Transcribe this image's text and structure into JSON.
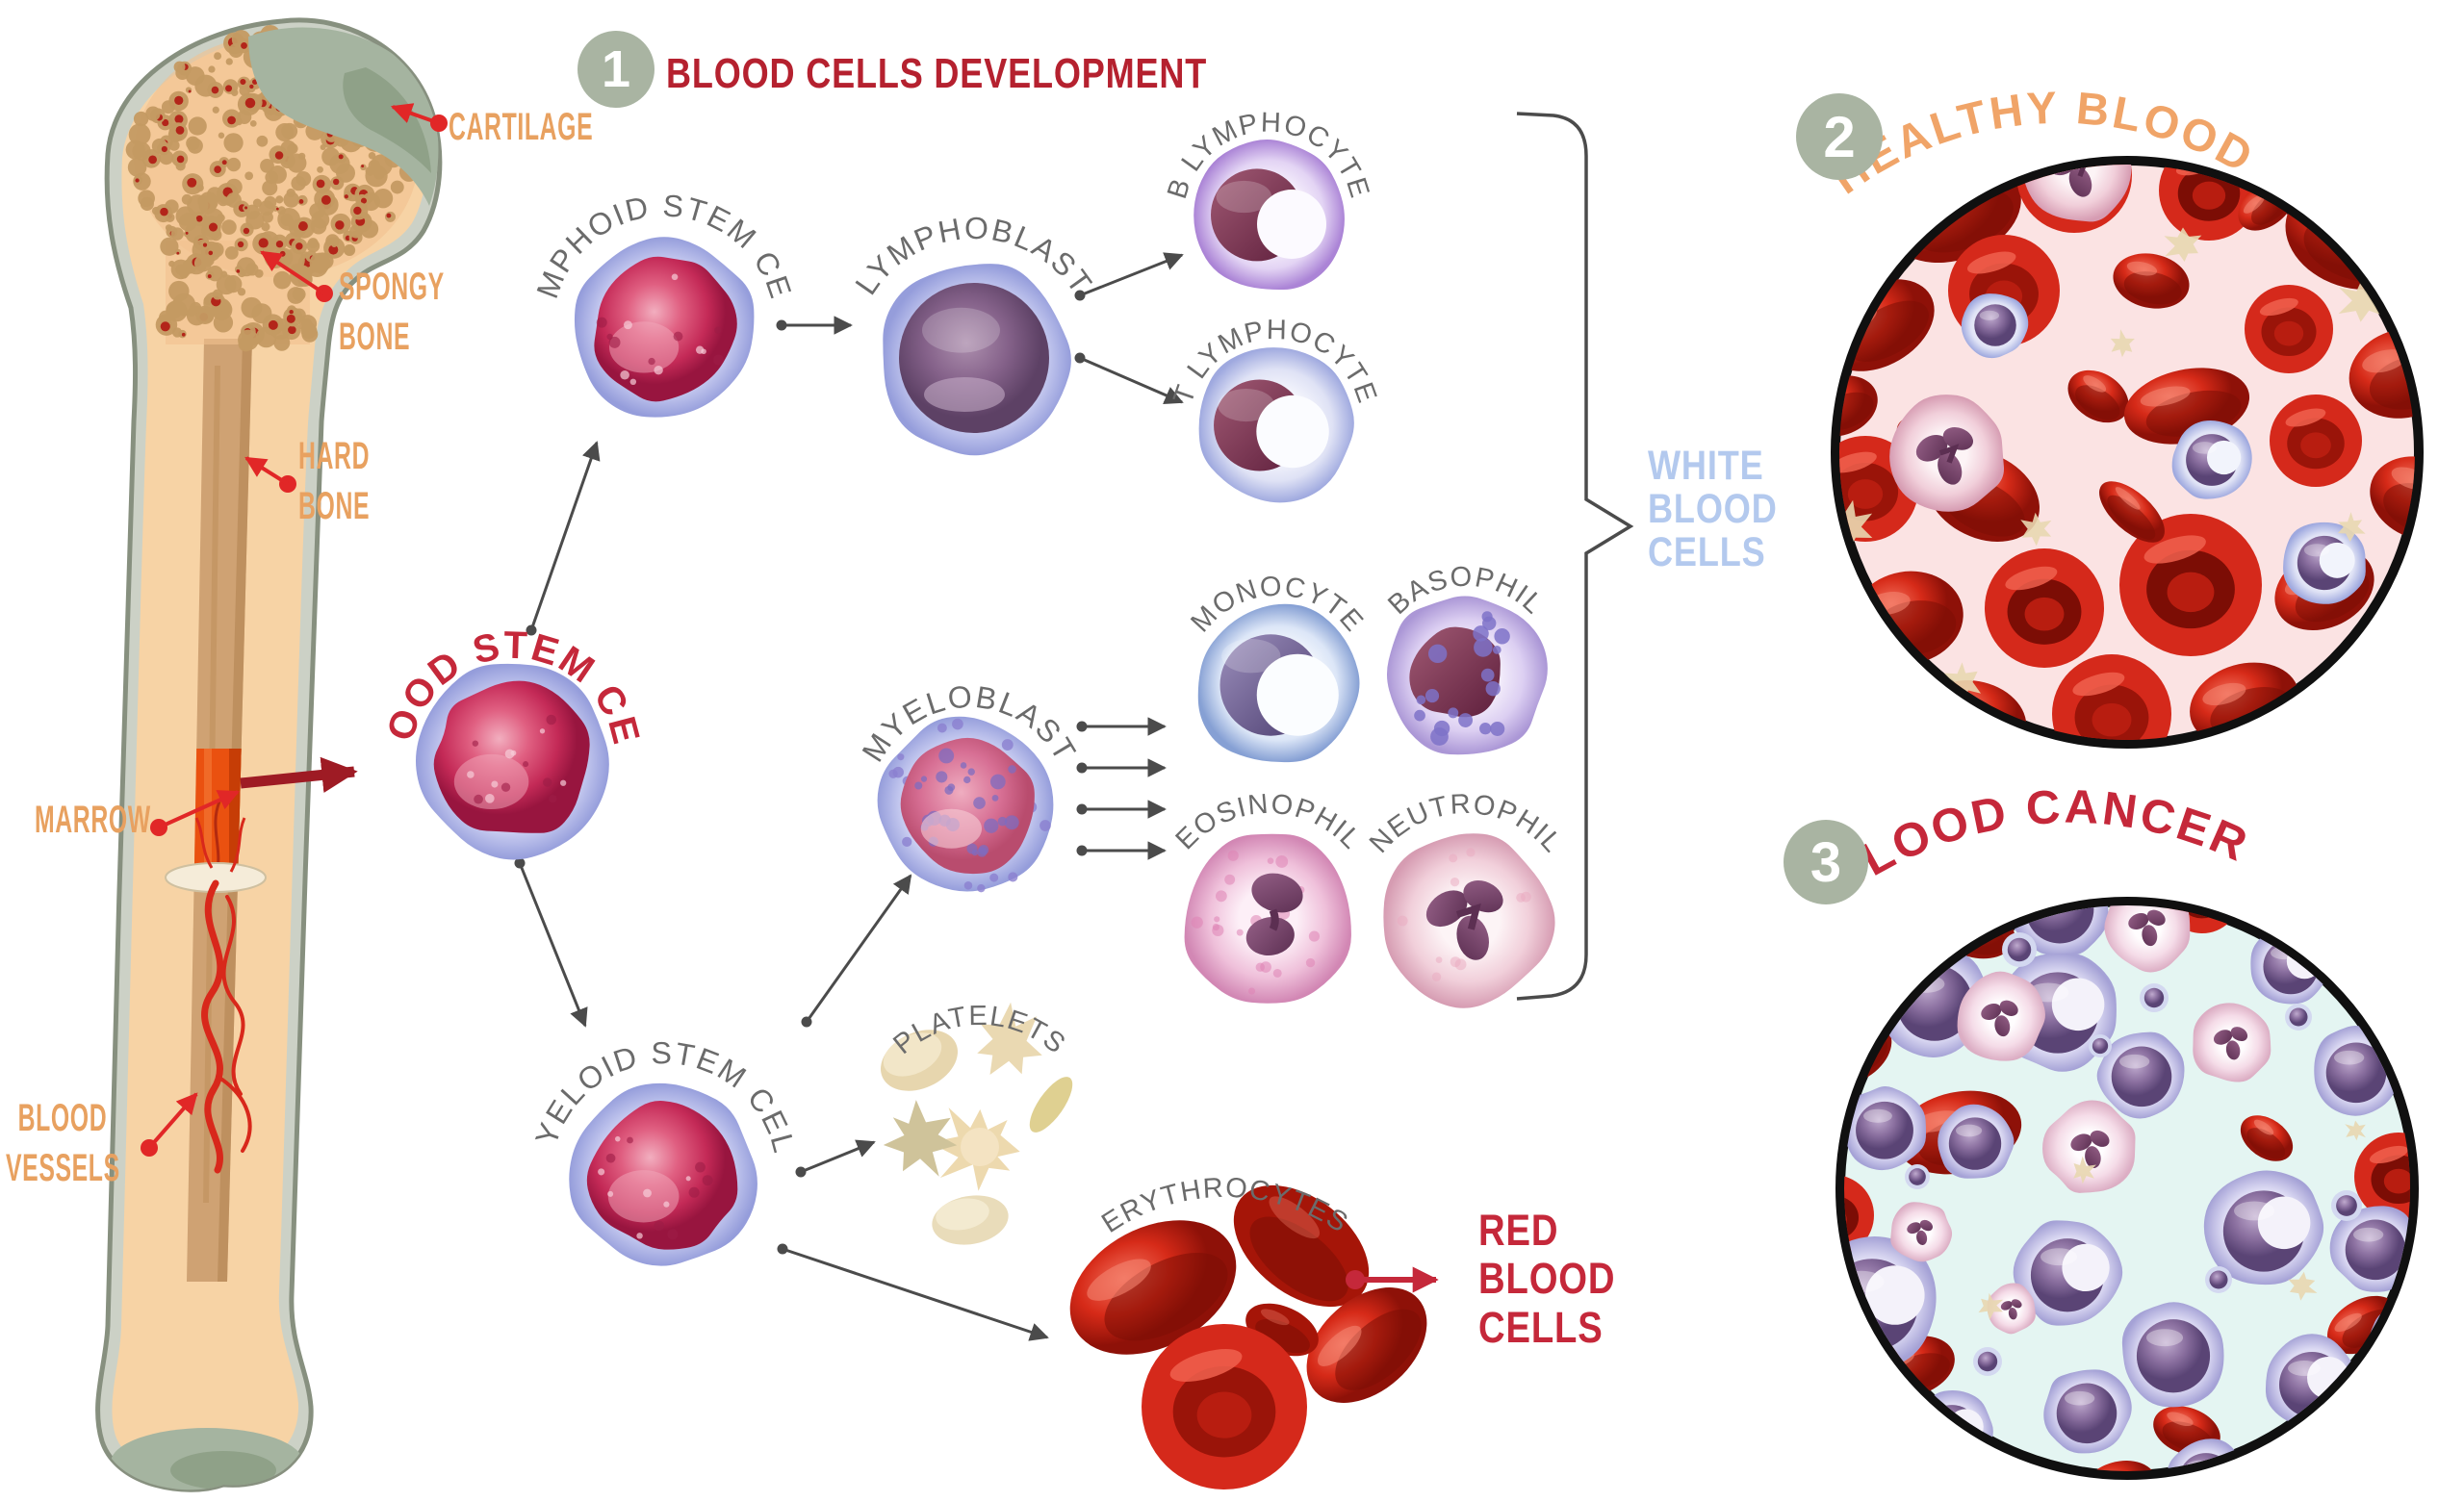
{
  "title": {
    "badge": "1",
    "text": "BLOOD CELLS DEVELOPMENT"
  },
  "bone": {
    "cartilage": "CARTILAGE",
    "spongy_bone": "SPONGY BONE",
    "hard_bone": "HARD BONE",
    "marrow": "MARROW",
    "blood_vessels": "BLOOD VESSELS"
  },
  "flow": {
    "blood_stem_cell": "BLOOD STEM CELL",
    "lymphoid_stem_cell": "LYMPHOID STEM CELL",
    "myeloid_stem_cell": "MYELOID STEM CELL",
    "lymphoblast": "LYMPHOBLAST",
    "myeloblast": "MYELOBLAST",
    "b_lymphocyte": "B LYMPHOCYTE",
    "t_lymphocyte": "T LYMPHOCYTE",
    "monocyte": "MONOCYTE",
    "basophil": "BASOPHIL",
    "eosinophil": "EOSINOPHIL",
    "neutrophil": "NEUTROPHIL",
    "platelets": "PLATELETS",
    "erythrocytes": "ERYTHROCYTES",
    "white_blood_cells": "WHITE BLOOD CELLS",
    "red_blood_cells": "RED BLOOD CELLS"
  },
  "panels": {
    "healthy": {
      "badge": "2",
      "title": "HEALTHY BLOOD"
    },
    "cancer": {
      "badge": "3",
      "title": "BLOOD CANCER"
    }
  },
  "colors": {
    "accent_red": "#b5212f",
    "label_orange": "#e8a160",
    "label_gray": "#6b6b6b",
    "wbc_blue": "#b3c9ee",
    "badge_green": "#a9b4a2"
  }
}
